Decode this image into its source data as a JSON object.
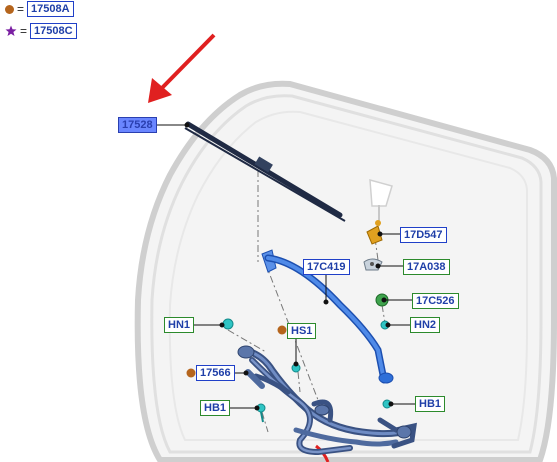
{
  "legend": [
    {
      "symbol": "brown-dot",
      "equals": "=",
      "code": "17508A",
      "color": "#b5651d"
    },
    {
      "symbol": "purple-star",
      "equals": "=",
      "code": "17508C",
      "color": "#7a1fa2"
    }
  ],
  "parts": {
    "p17528": "17528",
    "p17D547": "17D547",
    "p17C419": "17C419",
    "p17A038": "17A038",
    "p17C526": "17C526",
    "pHN2": "HN2",
    "pHN1": "HN1",
    "pHS1": "HS1",
    "p17566": "17566",
    "pHB1_left": "HB1",
    "pHB1_right": "HB1"
  },
  "colors": {
    "label_border_blue": "#2040c8",
    "label_border_green": "#2c8a2c",
    "label_text": "#1f3fa8",
    "highlight_fill": "#6a86ff",
    "arrow_red": "#e02020",
    "windshield": "#d9d9d9",
    "wiper_blade": "#1f2a44",
    "wiper_arm": "#2e6fd8",
    "linkage": "#4e6a9e",
    "fastener_cyan": "#2fc4c4",
    "marker_brown": "#b5651d"
  }
}
